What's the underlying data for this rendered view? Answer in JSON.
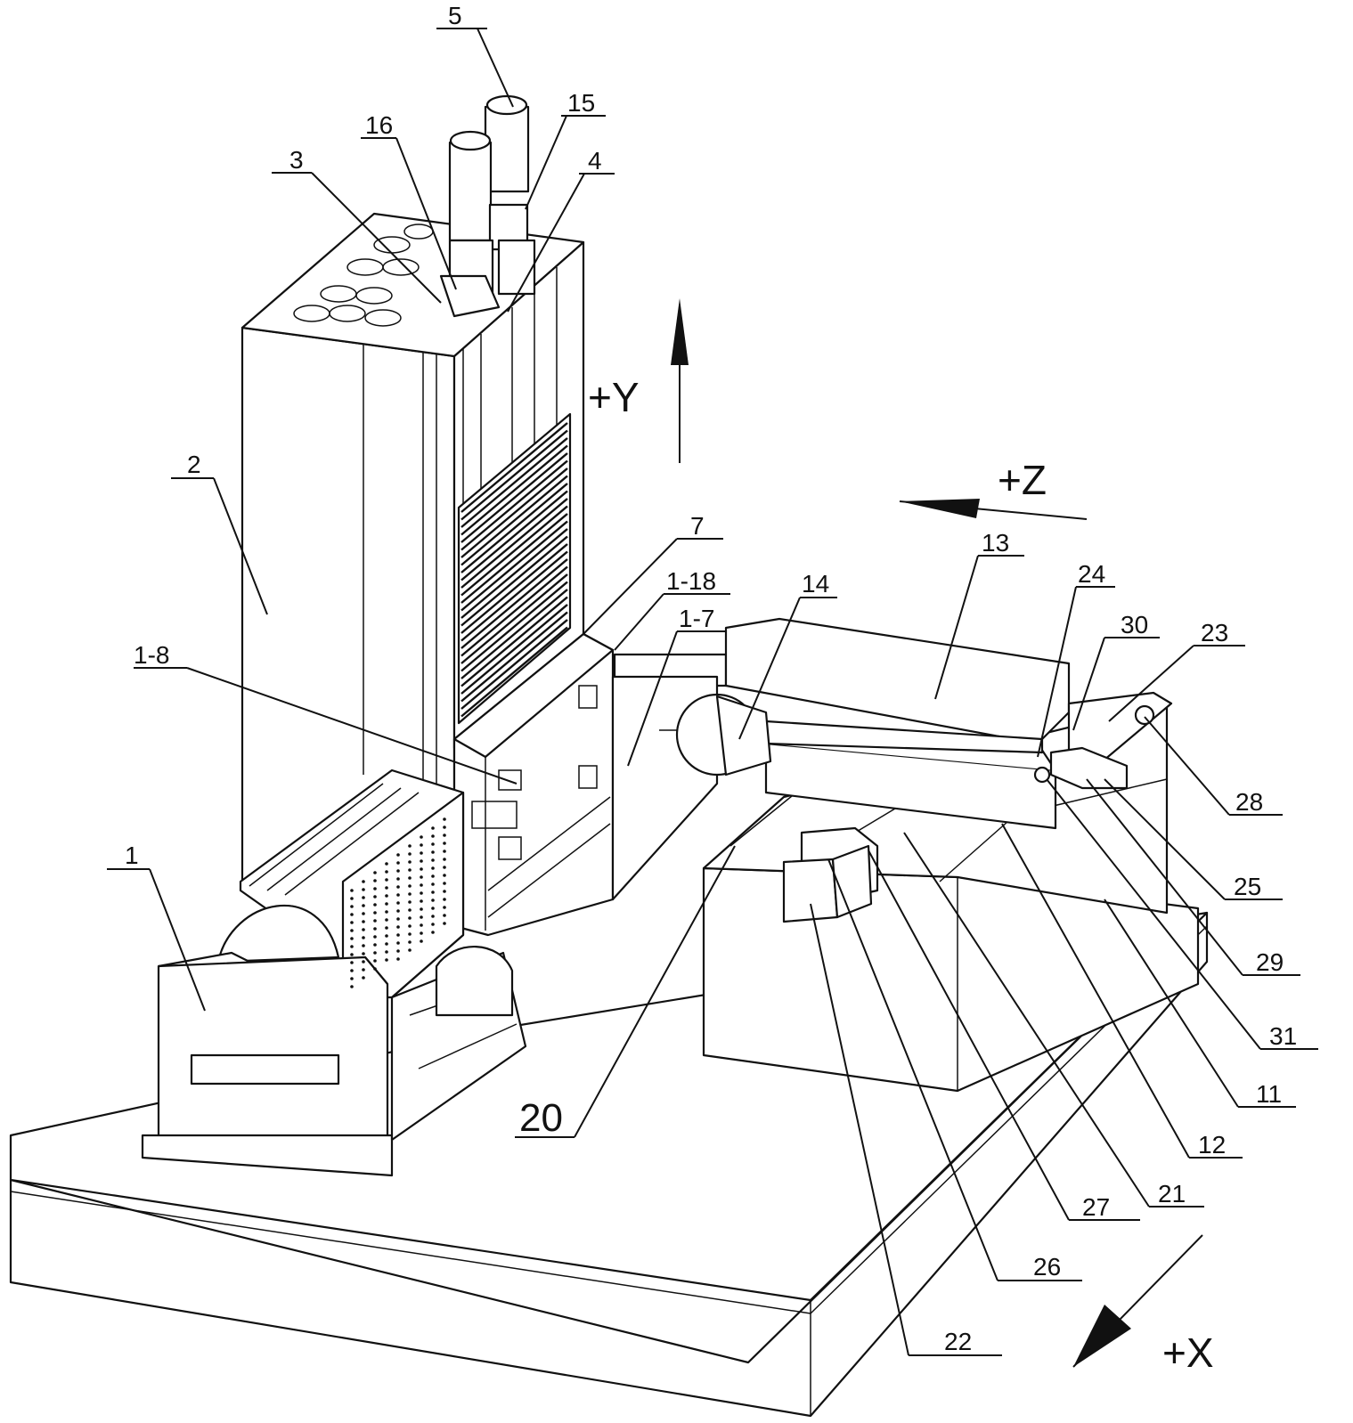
{
  "axes": {
    "y": "+Y",
    "z": "+Z",
    "x": "+X"
  },
  "labels": {
    "l1": "1",
    "l2": "2",
    "l3": "3",
    "l4": "4",
    "l5": "5",
    "l7": "7",
    "l11": "11",
    "l12": "12",
    "l13": "13",
    "l14": "14",
    "l15": "15",
    "l16": "16",
    "l18": "1-8",
    "l17": "1-7",
    "l118": "1-18",
    "l20": "20",
    "l21": "21",
    "l22": "22",
    "l23": "23",
    "l24": "24",
    "l25": "25",
    "l26": "26",
    "l27": "27",
    "l28": "28",
    "l29": "29",
    "l30": "30",
    "l31": "31"
  }
}
